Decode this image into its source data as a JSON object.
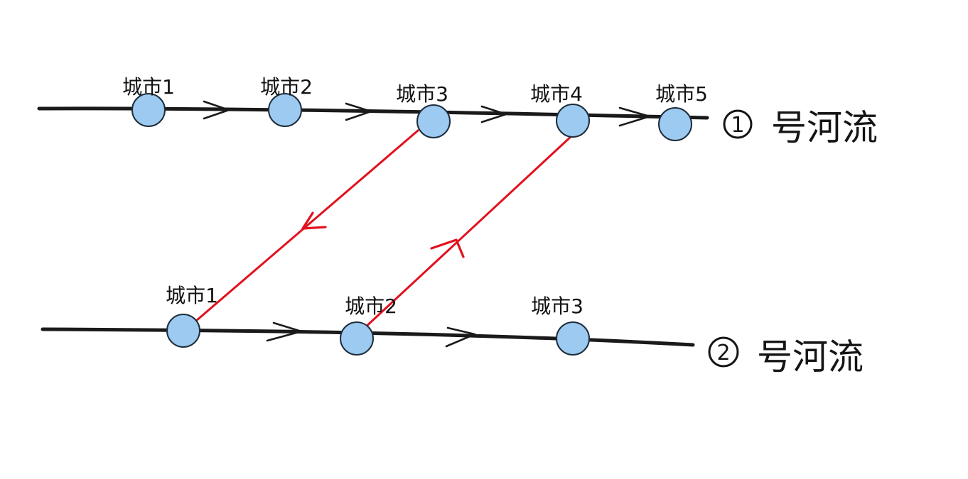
{
  "colors": {
    "river": "#1a1a1a",
    "node_fill": "#9ccaf0",
    "link": "#e3101d"
  },
  "river1": {
    "number": "1",
    "name": "号河流",
    "cities": [
      "城市1",
      "城市2",
      "城市3",
      "城市4",
      "城市5"
    ]
  },
  "river2": {
    "number": "2",
    "name": "号河流",
    "cities": [
      "城市1",
      "城市2",
      "城市3"
    ]
  },
  "links": [
    {
      "from": "river1.城市3",
      "to": "river2.城市1"
    },
    {
      "from": "river2.城市2",
      "to": "river1.城市4"
    }
  ]
}
